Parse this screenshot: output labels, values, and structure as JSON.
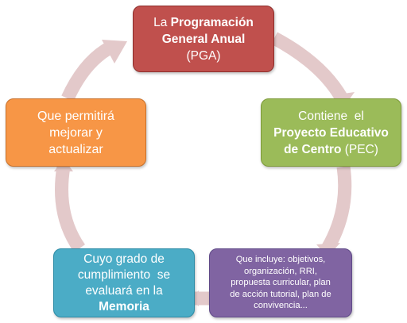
{
  "diagram": {
    "colors": {
      "arrow": "#e3c9ca",
      "pga": "#c0504d",
      "pec": "#9bbb59",
      "memoria": "#8064a2",
      "evalua": "#4bacc6",
      "mejorar": "#f79646",
      "text": "#ffffff"
    },
    "nodes": {
      "pga": {
        "line1_prefix": "La ",
        "line1_bold": "Programación",
        "line2_bold": "General Anual",
        "line3": "(PGA)"
      },
      "pec": {
        "line1": "Contiene  el",
        "line2_bold": "Proyecto Educativo",
        "line3_bold": "de Centro",
        "line3_suffix": " (PEC)"
      },
      "memoria": {
        "line1": "Que incluye: objetivos,",
        "line2": "organización, RRI,",
        "line3": "propuesta curricular, plan",
        "line4": "de acción tutorial, plan de",
        "line5": "convivencia..."
      },
      "evalua": {
        "line1": "Cuyo grado de",
        "line2": "cumplimiento  se",
        "line3": "evaluará en la",
        "line4_bold": "Memoria"
      },
      "mejorar": {
        "line1": "Que permitirá",
        "line2": "mejorar y",
        "line3": "actualizar"
      }
    }
  }
}
